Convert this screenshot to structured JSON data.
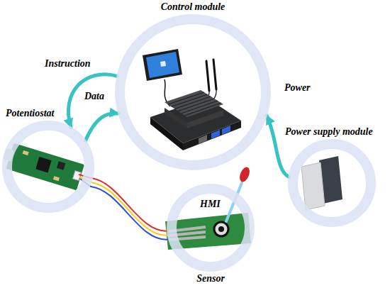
{
  "diagram": {
    "nodes": [
      {
        "text": [
          "Control module"
        ]
      },
      {
        "text": [
          "Potentiostat"
        ]
      },
      {
        "text": [
          "Power supply module"
        ]
      },
      {
        "text": [
          "Sensor"
        ]
      }
    ],
    "edges": [
      {
        "from": 0,
        "to": 1,
        "arrow": "to",
        "label": "Instruction"
      },
      {
        "from": 1,
        "to": 0,
        "arrow": "to",
        "label": "Data"
      },
      {
        "from": 2,
        "to": 0,
        "arrow": "to",
        "label": "Power"
      },
      {
        "from": 1,
        "to": 3,
        "arrow": "none"
      }
    ],
    "labels": [
      "HMI"
    ]
  }
}
